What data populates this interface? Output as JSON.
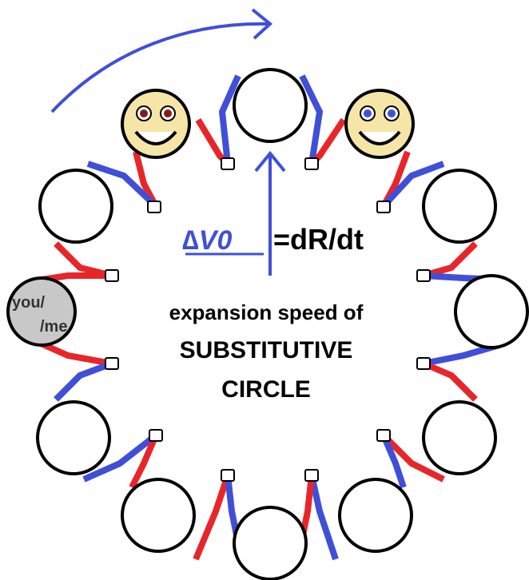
{
  "labels": {
    "delta_v0": "∆V0",
    "equation": "=dR/dt",
    "expansion_line": "expansion speed of",
    "substitutive_line": "SUBSTITUTIVE",
    "circle_line": "CIRCLE",
    "you_line1": "you/",
    "you_line2": "/me"
  },
  "colors": {
    "blue": "#3f4fd8",
    "red": "#e8262a",
    "face_fill": "#f5e6a8",
    "you_fill": "#c8c8c8",
    "arm_overlay": "#0000cc"
  }
}
